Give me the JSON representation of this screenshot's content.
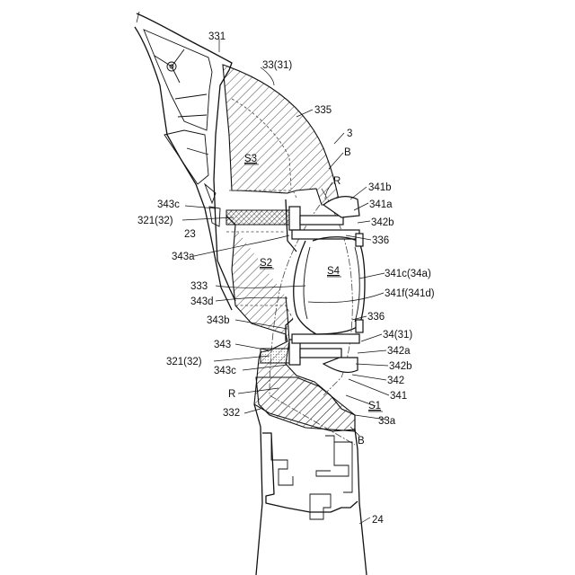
{
  "labels": {
    "l331": "331",
    "l33_31": "33(31)",
    "l335": "335",
    "l3": "3",
    "lB_top": "B",
    "lR_top": "R",
    "l341b": "341b",
    "l341a": "341a",
    "l343c_top": "343c",
    "l321_32_top": "321(32)",
    "l342b_top": "342b",
    "l23": "23",
    "l336_top": "336",
    "l343a": "343a",
    "l341c": "341c(34a)",
    "l333": "333",
    "l341f": "341f(341d)",
    "l343d": "343d",
    "l336_bot": "336",
    "l343b": "343b",
    "l34_31": "34(31)",
    "l343": "343",
    "l342a": "342a",
    "l321_32_bot": "321(32)",
    "l342b_bot": "342b",
    "l343c_bot": "343c",
    "l342": "342",
    "lR_bot": "R",
    "l341": "341",
    "l332": "332",
    "l33a": "33a",
    "lB_bot": "B",
    "l24": "24"
  },
  "regions": {
    "s3": "S3",
    "s2": "S2",
    "s4": "S4",
    "s1": "S1"
  }
}
